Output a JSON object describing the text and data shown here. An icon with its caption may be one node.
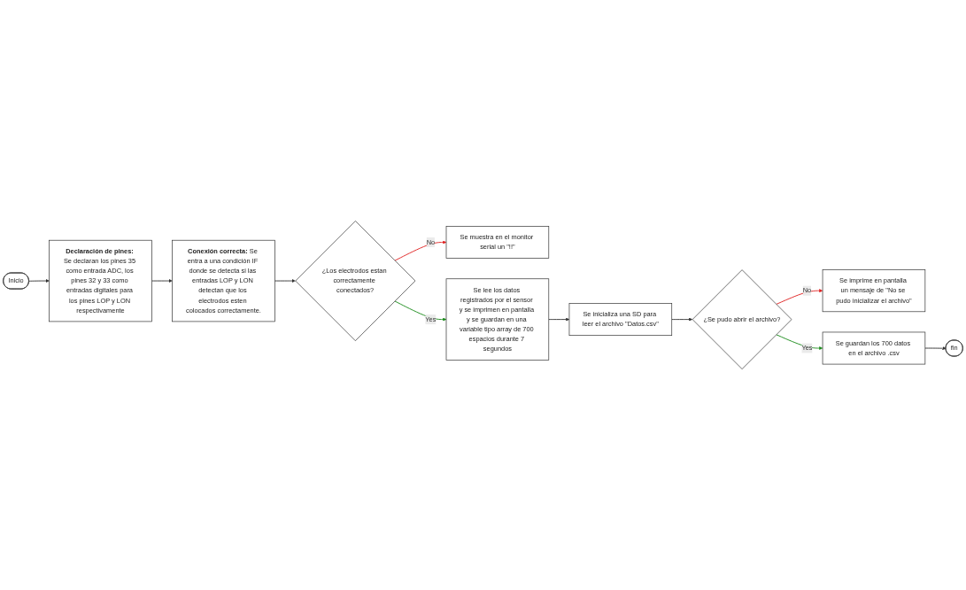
{
  "diagram": {
    "nodes": [
      {
        "text": [
          "Inicio"
        ]
      },
      {
        "text": [
          "**Declaración de pines:** Se declaran los pines 35 como entrada ADC, los pines 32 y 33 como entradas digitales para los pines LOP y LON respectivamente"
        ]
      },
      {
        "text": [
          "**Conexión correcta:** Se entra a una condición IF donde se detecta si las entradas LOP y LON detectan que los electrodos esten colocados correctamente."
        ]
      },
      {
        "text": [
          "¿Los electrodos estan correctamente conectados?"
        ]
      },
      {
        "text": [
          "Se muestra en el monitor serial un \"!!\""
        ]
      },
      {
        "text": [
          "Se lee los datos registrados por el sensor y se imprimen en pantalla y se guardan en una variable tipo array de 700 espacios durante 7 segundos"
        ]
      },
      {
        "text": [
          "Se inicializa una SD para leer el archivo \"Datos.csv\""
        ]
      },
      {
        "text": [
          "¿Se pudo abrir el archivo?"
        ]
      },
      {
        "text": [
          "Se imprime en pantalla un mensaje de \"No se pudo inicializar el archivo\""
        ]
      },
      {
        "text": [
          "Se guardan los 700 datos en el archivo .csv"
        ]
      },
      {
        "text": [
          "fin"
        ]
      }
    ],
    "edges": [
      {
        "from": 0,
        "to": 1,
        "arrow": "to"
      },
      {
        "from": 1,
        "to": 2,
        "arrow": "to"
      },
      {
        "from": 2,
        "to": 3,
        "arrow": "to"
      },
      {
        "from": 3,
        "to": 4,
        "arrow": "to",
        "label": "No",
        "color": "#e02020"
      },
      {
        "from": 3,
        "to": 5,
        "arrow": "to",
        "label": "Yes",
        "color": "#1a8a1a"
      },
      {
        "from": 5,
        "to": 6,
        "arrow": "to"
      },
      {
        "from": 6,
        "to": 7,
        "arrow": "to"
      },
      {
        "from": 7,
        "to": 8,
        "arrow": "to",
        "label": "No",
        "color": "#e02020"
      },
      {
        "from": 7,
        "to": 9,
        "arrow": "to",
        "label": "Yes",
        "color": "#1a8a1a"
      },
      {
        "from": 9,
        "to": 10,
        "arrow": "to"
      }
    ]
  }
}
